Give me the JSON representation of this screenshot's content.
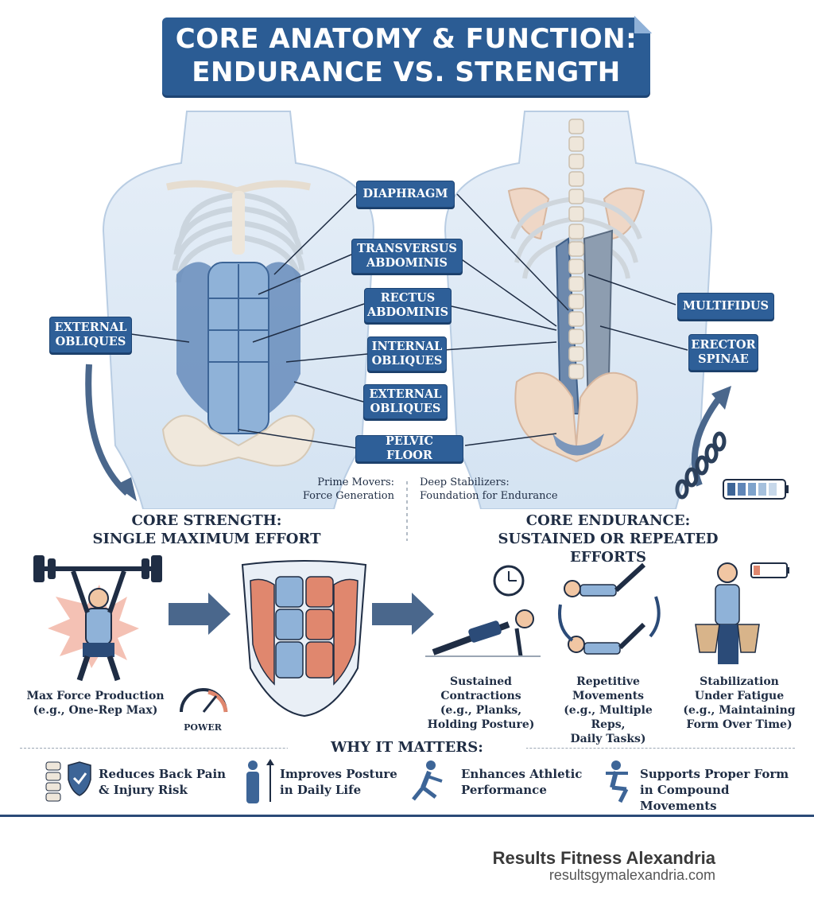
{
  "title": {
    "line1": "CORE ANATOMY & FUNCTION:",
    "line2": "ENDURANCE VS. STRENGTH"
  },
  "anatomy_labels": {
    "diaphragm": "DIAPHRAGM",
    "transversus": "TRANSVERSUS ABDOMINIS",
    "rectus": "RECTUS ABDOMINIS",
    "internal_obliques": "INTERNAL OBLIQUES",
    "external_obliques_center": "EXTERNAL OBLIQUES",
    "external_obliques_left": "EXTERNAL OBLIQUES",
    "pelvic_floor": "PELVIC FLOOR",
    "multifidus": "MULTIFIDUS",
    "erector_spinae": "ERECTOR SPINAE"
  },
  "captions": {
    "prime_movers_1": "Prime Movers:",
    "prime_movers_2": "Force Generation",
    "deep_stabilizers_1": "Deep Stabilizers:",
    "deep_stabilizers_2": "Foundation for Endurance"
  },
  "strength": {
    "title_1": "CORE STRENGTH:",
    "title_2": "SINGLE MAXIMUM EFFORT",
    "item_1": "Max Force Production",
    "item_2": "(e.g., One-Rep Max)",
    "gauge_label": "POWER"
  },
  "endurance": {
    "title_1": "CORE ENDURANCE:",
    "title_2": "SUSTAINED OR REPEATED EFFORTS",
    "items": [
      {
        "l1": "Sustained",
        "l2": "Contractions",
        "l3": "(e.g., Planks,",
        "l4": "Holding Posture)"
      },
      {
        "l1": "Repetitive",
        "l2": "Movements",
        "l3": "(e.g., Multiple Reps,",
        "l4": "Daily Tasks)"
      },
      {
        "l1": "Stabilization",
        "l2": "Under Fatigue",
        "l3": "(e.g., Maintaining",
        "l4": "Form Over Time)"
      }
    ]
  },
  "why": {
    "heading": "WHY IT MATTERS:",
    "items": [
      {
        "l1": "Reduces Back Pain",
        "l2": "& Injury Risk",
        "icon": "spine-shield-icon"
      },
      {
        "l1": "Improves Posture",
        "l2": "in Daily Life",
        "icon": "posture-icon"
      },
      {
        "l1": "Enhances Athletic",
        "l2": "Performance",
        "icon": "runner-icon"
      },
      {
        "l1": "Supports Proper Form",
        "l2": "in Compound Movements",
        "icon": "squat-icon"
      }
    ]
  },
  "footer": {
    "name": "Results Fitness Alexandria",
    "url": "resultsgymalexandria.com"
  },
  "colors": {
    "primary": "#2e5f98",
    "muscle_blue": "#7ea3cc",
    "muscle_red": "#e0876e",
    "bone": "#f2e6d6"
  }
}
